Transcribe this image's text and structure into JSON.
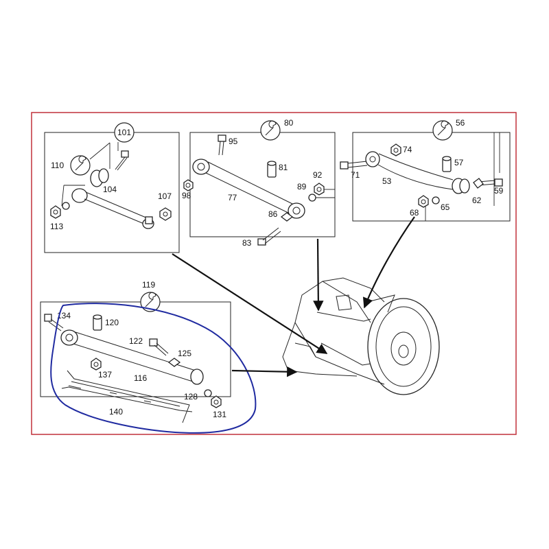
{
  "diagram": {
    "groups": [
      {
        "ref": "101",
        "icon": "wrench-icon",
        "parts": [
          "110",
          "104",
          "107",
          "113"
        ]
      },
      {
        "ref": "80",
        "icon": "wrench-icon",
        "parts": [
          "95",
          "81",
          "92",
          "89",
          "98",
          "77",
          "86",
          "83"
        ]
      },
      {
        "ref": "56",
        "icon": "wrench-icon",
        "parts": [
          "74",
          "71",
          "57",
          "53",
          "59",
          "62",
          "68",
          "65"
        ]
      },
      {
        "ref": "119",
        "icon": "wrench-icon",
        "parts": [
          "134",
          "120",
          "122",
          "125",
          "137",
          "116",
          "128",
          "140",
          "131"
        ]
      }
    ],
    "colors": {
      "frame": "#c0303a",
      "highlight": "#1f2aa0",
      "ink": "#222222"
    }
  }
}
